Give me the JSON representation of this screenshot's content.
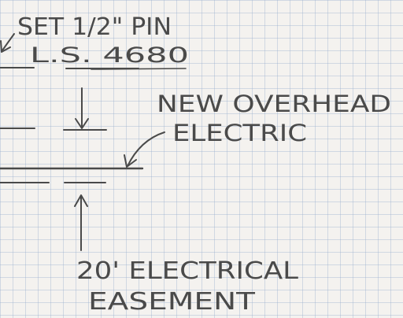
{
  "notes": {
    "pin_line_1": "SET 1/2\" PIN",
    "pin_line_2": "L.S. 4680",
    "electric_line_1": "NEW OVERHEAD",
    "electric_line_2": "ELECTRIC",
    "easement_line_1": "20' ELECTRICAL",
    "easement_line_2": "EASEMENT"
  },
  "colors": {
    "paper": "#f4f2ef",
    "grid": "#96accd",
    "pencil": "#4a4a4a"
  }
}
